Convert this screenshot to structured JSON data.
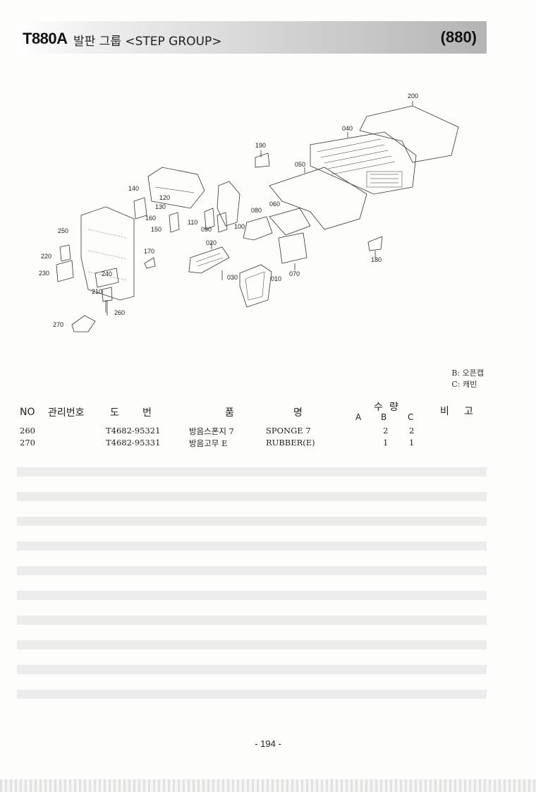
{
  "header": {
    "model": "T880A",
    "title": "발판 그룹 <STEP GROUP>",
    "code": "(880)"
  },
  "diagram": {
    "labels": [
      "200",
      "040",
      "190",
      "050",
      "140",
      "120",
      "130",
      "160",
      "150",
      "110",
      "090",
      "100",
      "080",
      "060",
      "250",
      "220",
      "230",
      "170",
      "240",
      "020",
      "030",
      "010",
      "210",
      "070",
      "180",
      "260",
      "270"
    ]
  },
  "legend": {
    "b": "B: 오픈캡",
    "c": "C: 캐빈"
  },
  "table": {
    "headers": {
      "no": "NO",
      "mgmt": "관리번호",
      "do": "도",
      "beon": "번",
      "pum": "품",
      "myeong": "명",
      "su": "수",
      "ryang": "량",
      "a": "A",
      "b": "B",
      "c": "C",
      "bi": "비",
      "go": "고"
    },
    "rows": [
      {
        "no": "260",
        "part": "T4682-95321",
        "kr": "방음스폰지 7",
        "en": "SPONGE 7",
        "a": "",
        "b": "2",
        "c": "2"
      },
      {
        "no": "270",
        "part": "T4682-95331",
        "kr": "방음고무 E",
        "en": "RUBBER(E)",
        "a": "",
        "b": "1",
        "c": "1"
      }
    ]
  },
  "footer": {
    "page": "- 194 -"
  }
}
